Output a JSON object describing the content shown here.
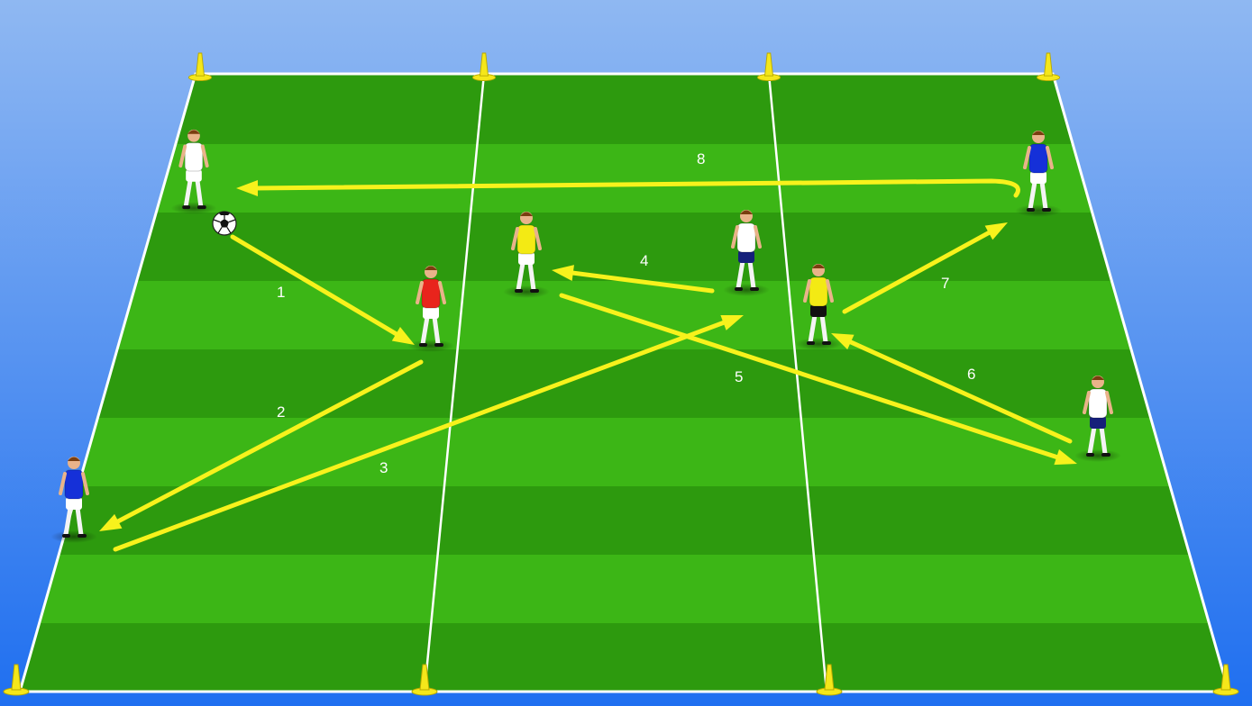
{
  "colors": {
    "sky_top": "#8fb8f2",
    "sky_bottom": "#1f6ff0",
    "stripe_dark": "#2d9a0e",
    "stripe_light": "#3cb616",
    "line": "#ffffff",
    "arrow": "#f7f21c",
    "cone": "#f5e71a"
  },
  "passes": [
    {
      "label": "1"
    },
    {
      "label": "2"
    },
    {
      "label": "3"
    },
    {
      "label": "4"
    },
    {
      "label": "5"
    },
    {
      "label": "6"
    },
    {
      "label": "7"
    },
    {
      "label": "8"
    }
  ],
  "players": [
    {
      "role": "server",
      "shirt": "#ffffff",
      "shorts": "#ffffff"
    },
    {
      "role": "receiver",
      "shirt": "#e8241c",
      "shorts": "#ffffff"
    },
    {
      "role": "wide-player",
      "shirt": "#1530d8",
      "shorts": "#ffffff"
    },
    {
      "role": "midfielder",
      "shirt": "#f3ea14",
      "shorts": "#ffffff"
    },
    {
      "role": "midfielder",
      "shirt": "#ffffff",
      "shorts": "#15207a"
    },
    {
      "role": "midfielder",
      "shirt": "#f3ea14",
      "shorts": "#111111"
    },
    {
      "role": "target",
      "shirt": "#1530d8",
      "shorts": "#ffffff"
    },
    {
      "role": "wide-player",
      "shirt": "#ffffff",
      "shorts": "#15207a"
    }
  ]
}
